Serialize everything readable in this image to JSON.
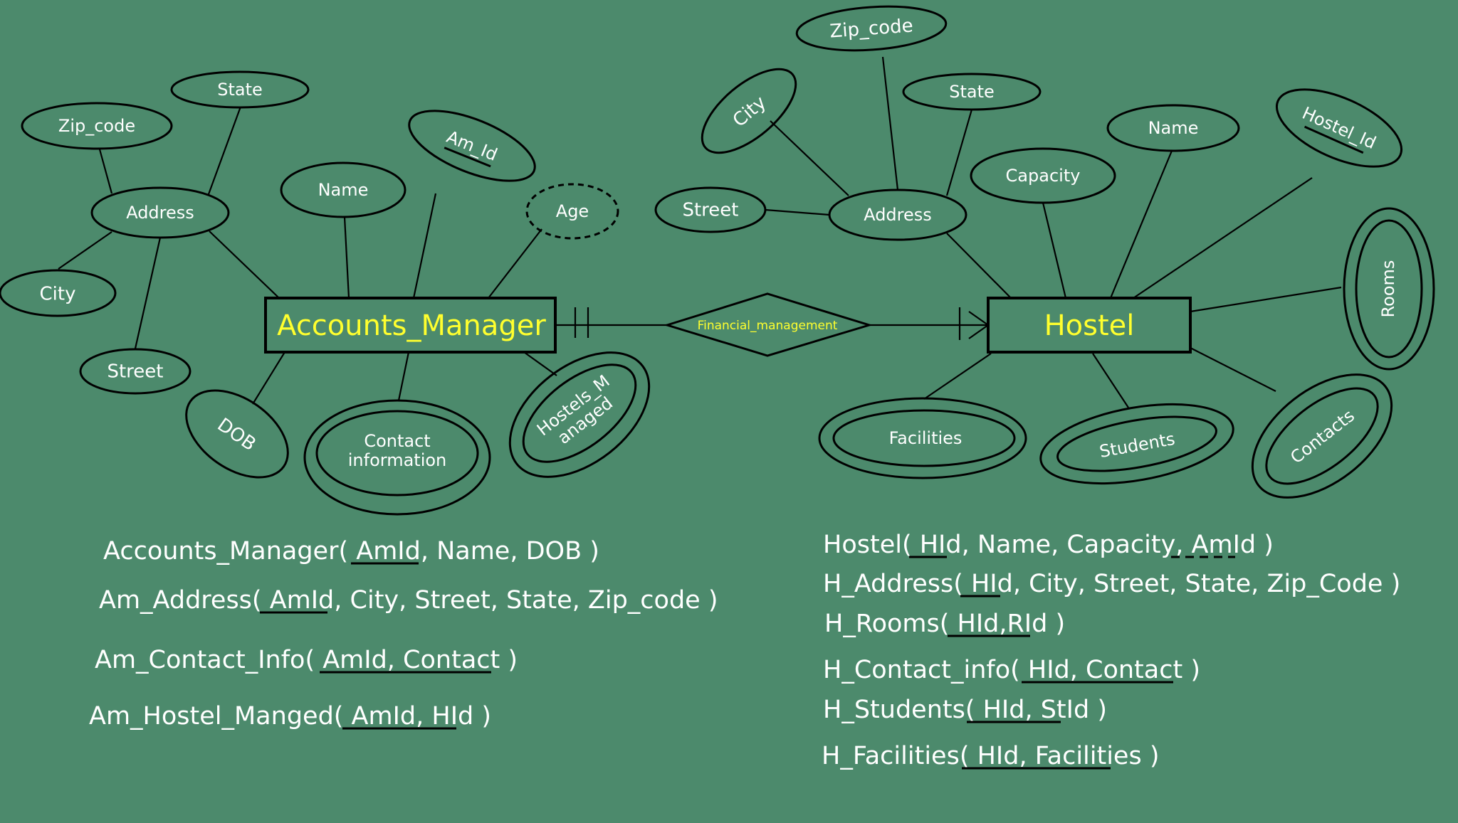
{
  "relationship": "Financial_management",
  "entities": {
    "accounts_manager": "Accounts_Manager",
    "hostel": "Hostel"
  },
  "am_attributes": {
    "zip_code": "Zip_code",
    "state": "State",
    "address": "Address",
    "city": "City",
    "street": "Street",
    "name": "Name",
    "am_id": "Am_Id",
    "age": "Age",
    "dob": "DOB",
    "contact_line1": "Contact",
    "contact_line2": "information",
    "hostels_line1": "Hostels_M",
    "hostels_line2": "anaged"
  },
  "hostel_attributes": {
    "zip_code": "Zip_code",
    "city": "City",
    "state": "State",
    "street": "Street",
    "address": "Address",
    "capacity": "Capacity",
    "name": "Name",
    "hostel_id": "Hostel_Id",
    "rooms": "Rooms",
    "facilities": "Facilities",
    "students": "Students",
    "contacts": "Contacts"
  },
  "schemas_left": [
    {
      "text": "Accounts_Manager( AmId, Name, DOB )"
    },
    {
      "text": "Am_Address( AmId, City, Street, State, Zip_code )"
    },
    {
      "text": "Am_Contact_Info( AmId, Contact )"
    },
    {
      "text": "Am_Hostel_Manged( AmId, HId )"
    }
  ],
  "schemas_right": [
    {
      "text": "Hostel( HId, Name, Capacity, AmId )"
    },
    {
      "text": "H_Address( HId, City, Street, State, Zip_Code )"
    },
    {
      "text": "H_Rooms( HId,RId )"
    },
    {
      "text": "H_Contact_info( HId, Contact )"
    },
    {
      "text": "H_Students( HId, StId )"
    },
    {
      "text": "H_Facilities( HId, Facilities )"
    }
  ]
}
